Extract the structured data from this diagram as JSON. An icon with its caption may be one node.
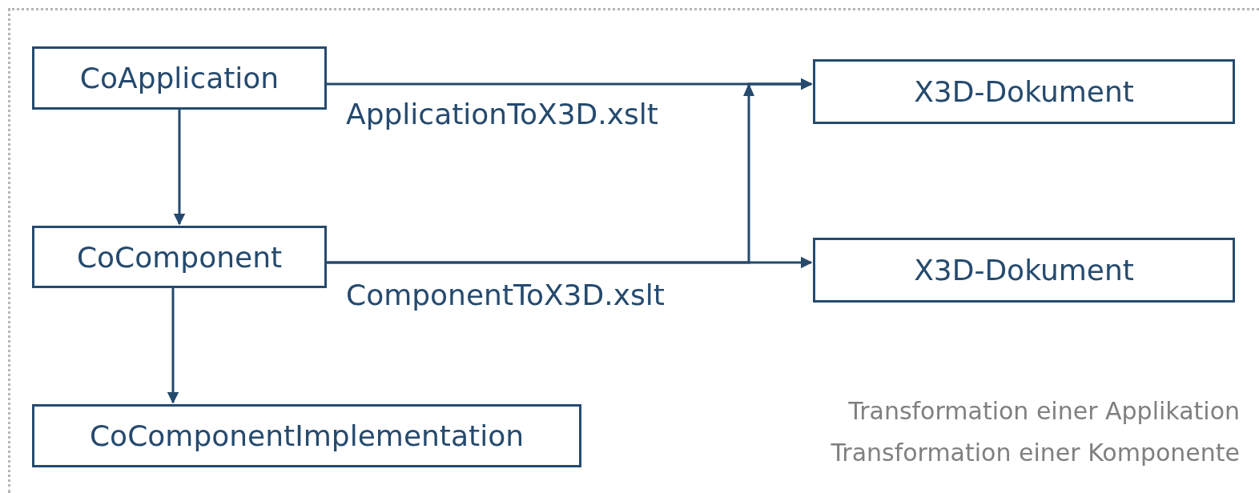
{
  "diagram": {
    "nodes": [
      {
        "text": [
          "CoApplication"
        ]
      },
      {
        "text": [
          "CoComponent"
        ]
      },
      {
        "text": [
          "CoComponentImplementation"
        ]
      },
      {
        "text": [
          "X3D-Dokument"
        ]
      },
      {
        "text": [
          "X3D-Dokument"
        ]
      }
    ],
    "edges": [
      {
        "from": 0,
        "to": 3,
        "arrow": "to",
        "label": "ApplicationToX3D.xslt"
      },
      {
        "from": 1,
        "to": 4,
        "arrow": "to",
        "label": "ComponentToX3D.xslt"
      },
      {
        "from": 1,
        "to": 3,
        "arrow": "to"
      },
      {
        "from": 0,
        "to": 1,
        "arrow": "to"
      },
      {
        "from": 1,
        "to": 2,
        "arrow": "to"
      }
    ],
    "labels": [
      "Transformation einer Applikation",
      "Transformation einer Komponente"
    ]
  }
}
